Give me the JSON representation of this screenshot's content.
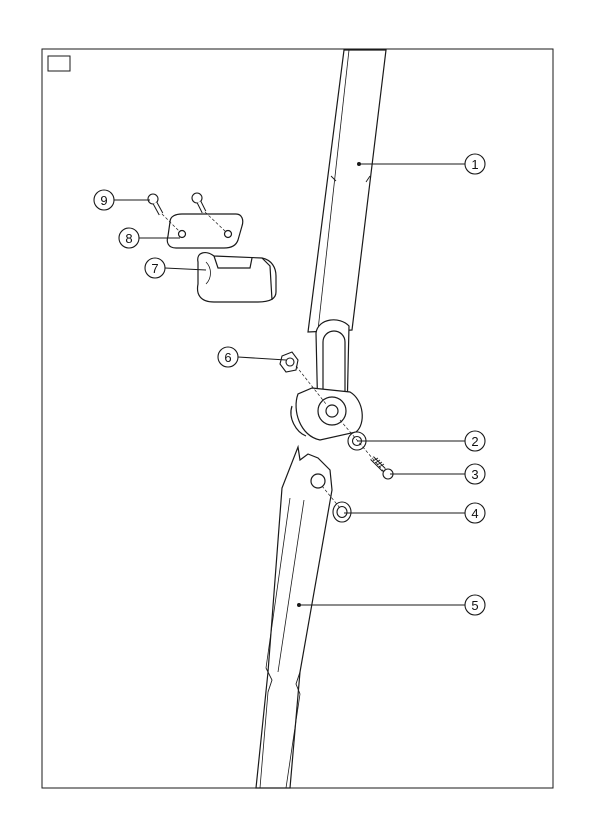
{
  "frame": {
    "tab_label": ""
  },
  "callouts": [
    {
      "id": "c1",
      "label": "1",
      "part": "upper-tube"
    },
    {
      "id": "c2",
      "label": "2",
      "part": "washer"
    },
    {
      "id": "c3",
      "label": "3",
      "part": "screw"
    },
    {
      "id": "c4",
      "label": "4",
      "part": "washer"
    },
    {
      "id": "c5",
      "label": "5",
      "part": "lower-tube"
    },
    {
      "id": "c6",
      "label": "6",
      "part": "nut"
    },
    {
      "id": "c7",
      "label": "7",
      "part": "end-cap"
    },
    {
      "id": "c8",
      "label": "8",
      "part": "clamp-plate"
    },
    {
      "id": "c9",
      "label": "9",
      "part": "screws"
    }
  ],
  "colors": {
    "line": "#1a1a1a",
    "paper": "#ffffff",
    "shade": "#e6e6e6"
  }
}
